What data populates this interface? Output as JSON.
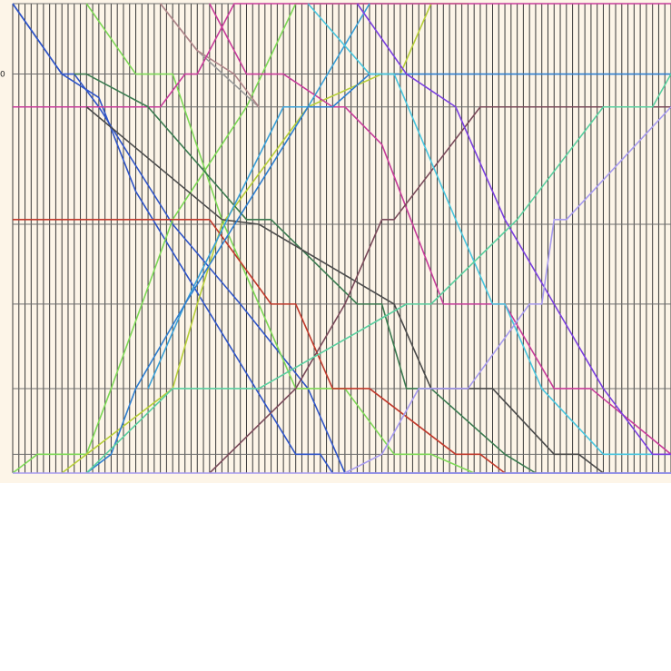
{
  "chart_data": {
    "type": "line",
    "title": "",
    "xlabel": "",
    "ylabel": "",
    "grid": true,
    "background": "#fdf5e8",
    "gridline_color": "#3a3a3a",
    "xlim": [
      0,
      107
    ],
    "ylim": [
      0,
      100
    ],
    "x_ticks": [
      0,
      1,
      2,
      3,
      4,
      5,
      6,
      7,
      8,
      9,
      10,
      11,
      12,
      13,
      14,
      15,
      16,
      17,
      18,
      19,
      20,
      21,
      22,
      23,
      24,
      25,
      26,
      27,
      28,
      29,
      30,
      31,
      32,
      33,
      34,
      35,
      36,
      37,
      38,
      39,
      40,
      41,
      42,
      43,
      44,
      45,
      46,
      47,
      48,
      49,
      50,
      51,
      52,
      53,
      54,
      55,
      56,
      57,
      58,
      59,
      60,
      61,
      62,
      63,
      64,
      65,
      66,
      67,
      68,
      69,
      70,
      71,
      72,
      73,
      74,
      75,
      76,
      77,
      78,
      79,
      80,
      81,
      82,
      83,
      84,
      85,
      86,
      87,
      88,
      89,
      90,
      91,
      92,
      93,
      94,
      95,
      96,
      97,
      98,
      99,
      100,
      101,
      102,
      103,
      104,
      105,
      106,
      107
    ],
    "y_gridlines": [
      0,
      4,
      18,
      36,
      53,
      78,
      85,
      100
    ],
    "y_tick_labels": [
      {
        "value": 85,
        "label": "0"
      }
    ],
    "series": [
      {
        "color": "#2f55c8",
        "points": [
          [
            0,
            100
          ],
          [
            8,
            85
          ],
          [
            14,
            80
          ],
          [
            20,
            60
          ],
          [
            46,
            4
          ],
          [
            50,
            4
          ],
          [
            52,
            0
          ],
          [
            107,
            0
          ]
        ]
      },
      {
        "color": "#2f55c8",
        "points": [
          [
            0,
            100
          ],
          [
            8,
            85
          ],
          [
            10,
            85
          ],
          [
            14,
            78
          ],
          [
            26,
            53
          ],
          [
            37,
            36
          ],
          [
            48,
            18
          ],
          [
            54,
            0
          ],
          [
            107,
            0
          ]
        ]
      },
      {
        "color": "#7ed957",
        "points": [
          [
            0,
            0
          ],
          [
            4,
            4
          ],
          [
            12,
            4
          ],
          [
            16,
            18
          ],
          [
            26,
            54
          ],
          [
            38,
            78
          ],
          [
            46,
            100
          ],
          [
            68,
            100
          ]
        ]
      },
      {
        "color": "#b7cf3a",
        "points": [
          [
            8,
            0
          ],
          [
            12,
            4
          ],
          [
            26,
            18
          ],
          [
            30,
            36
          ],
          [
            34,
            53
          ],
          [
            48,
            78
          ],
          [
            60,
            85
          ],
          [
            63,
            85
          ],
          [
            68,
            100
          ],
          [
            74,
            100
          ]
        ]
      },
      {
        "color": "#7ed957",
        "points": [
          [
            12,
            100
          ],
          [
            20,
            85
          ],
          [
            26,
            85
          ],
          [
            34,
            54
          ],
          [
            40,
            36
          ],
          [
            46,
            18
          ],
          [
            54,
            18
          ],
          [
            62,
            4
          ],
          [
            68,
            4
          ],
          [
            75,
            0
          ]
        ]
      },
      {
        "color": "#9a9a9a",
        "points": [
          [
            24,
            100
          ],
          [
            30,
            90
          ],
          [
            40,
            78
          ]
        ]
      },
      {
        "color": "#b0868a",
        "points": [
          [
            24,
            100
          ],
          [
            30,
            90
          ],
          [
            36,
            85
          ],
          [
            40,
            78
          ]
        ]
      },
      {
        "color": "#c83c9b",
        "points": [
          [
            0,
            78
          ],
          [
            16,
            78
          ],
          [
            24,
            78
          ],
          [
            28,
            85
          ],
          [
            30,
            85
          ],
          [
            36,
            100
          ],
          [
            107,
            100
          ]
        ]
      },
      {
        "color": "#c83c9b",
        "points": [
          [
            32,
            100
          ],
          [
            38,
            85
          ],
          [
            44,
            85
          ],
          [
            52,
            78
          ],
          [
            54,
            78
          ],
          [
            60,
            70
          ],
          [
            70,
            36
          ],
          [
            80,
            36
          ],
          [
            88,
            18
          ],
          [
            94,
            18
          ],
          [
            107,
            4
          ]
        ]
      },
      {
        "color": "#3a7a4f",
        "points": [
          [
            10,
            85
          ],
          [
            12,
            85
          ],
          [
            22,
            78
          ],
          [
            38,
            54
          ],
          [
            42,
            54
          ],
          [
            56,
            36
          ],
          [
            60,
            36
          ],
          [
            64,
            18
          ],
          [
            68,
            18
          ],
          [
            80,
            4
          ],
          [
            85,
            0
          ]
        ]
      },
      {
        "color": "#c0392b",
        "points": [
          [
            0,
            54
          ],
          [
            32,
            54
          ],
          [
            42,
            36
          ],
          [
            46,
            36
          ],
          [
            52,
            18
          ],
          [
            58,
            18
          ],
          [
            72,
            4
          ],
          [
            76,
            4
          ],
          [
            80,
            0
          ]
        ]
      },
      {
        "color": "#4a4a4a",
        "points": [
          [
            12,
            78
          ],
          [
            34,
            54
          ],
          [
            40,
            53
          ],
          [
            62,
            36
          ],
          [
            68,
            18
          ],
          [
            78,
            18
          ],
          [
            88,
            4
          ],
          [
            92,
            4
          ],
          [
            96,
            0
          ]
        ]
      },
      {
        "color": "#7a4a5a",
        "points": [
          [
            32,
            0
          ],
          [
            46,
            18
          ],
          [
            54,
            36
          ],
          [
            60,
            54
          ],
          [
            62,
            54
          ],
          [
            76,
            78
          ],
          [
            107,
            78
          ]
        ]
      },
      {
        "color": "#3aa0d8",
        "points": [
          [
            22,
            18
          ],
          [
            28,
            36
          ],
          [
            44,
            78
          ],
          [
            48,
            78
          ],
          [
            58,
            100
          ]
        ]
      },
      {
        "color": "#2f7fd0",
        "points": [
          [
            12,
            0
          ],
          [
            16,
            4
          ],
          [
            20,
            18
          ],
          [
            28,
            36
          ],
          [
            48,
            78
          ],
          [
            52,
            78
          ],
          [
            58,
            85
          ],
          [
            107,
            85
          ]
        ]
      },
      {
        "color": "#48c6e0",
        "points": [
          [
            48,
            100
          ],
          [
            58,
            85
          ],
          [
            62,
            85
          ],
          [
            72,
            54
          ],
          [
            78,
            36
          ],
          [
            80,
            36
          ],
          [
            86,
            18
          ],
          [
            96,
            4
          ],
          [
            107,
            4
          ]
        ]
      },
      {
        "color": "#7a3fe0",
        "points": [
          [
            56,
            100
          ],
          [
            64,
            85
          ],
          [
            72,
            78
          ],
          [
            80,
            54
          ],
          [
            88,
            36
          ],
          [
            96,
            18
          ],
          [
            104,
            4
          ],
          [
            107,
            4
          ]
        ]
      },
      {
        "color": "#5ad0a0",
        "points": [
          [
            12,
            0
          ],
          [
            26,
            18
          ],
          [
            40,
            18
          ],
          [
            64,
            36
          ],
          [
            68,
            36
          ],
          [
            82,
            54
          ],
          [
            96,
            78
          ],
          [
            104,
            78
          ],
          [
            107,
            85
          ]
        ]
      },
      {
        "color": "#a89cf0",
        "points": [
          [
            54,
            0
          ],
          [
            60,
            4
          ],
          [
            66,
            18
          ],
          [
            74,
            18
          ],
          [
            84,
            36
          ],
          [
            86,
            36
          ],
          [
            88,
            54
          ],
          [
            90,
            54
          ],
          [
            107,
            78
          ]
        ]
      },
      {
        "color": "#a89cf0",
        "points": [
          [
            0,
            0
          ],
          [
            107,
            0
          ]
        ]
      }
    ]
  }
}
